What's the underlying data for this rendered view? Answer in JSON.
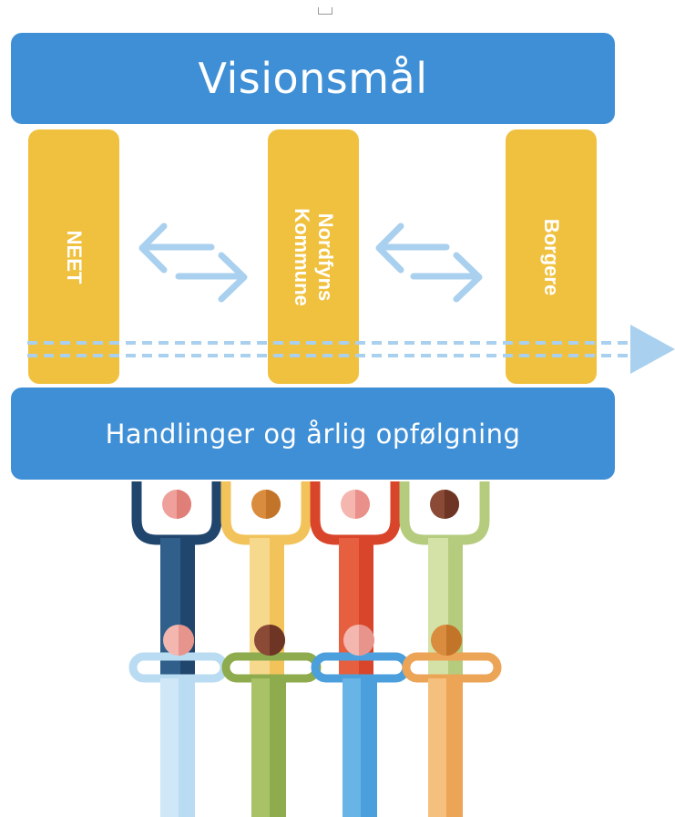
{
  "vision": {
    "title": "Visionsmål"
  },
  "pillars": [
    {
      "label": "NEET"
    },
    {
      "label": "Nordfyns\nKommune"
    },
    {
      "label": "Borgere"
    }
  ],
  "actions": {
    "title": "Handlinger og årlig opfølgning"
  },
  "icons": [
    "double-arrow-icon",
    "double-arrow-icon",
    "dashed-arrow-right-icon",
    "people-group-illustration"
  ],
  "colors": {
    "banner_blue": "#3f8fd6",
    "pillar_yellow": "#f0c13f",
    "arrow_light_blue": "#a9d0ee"
  }
}
